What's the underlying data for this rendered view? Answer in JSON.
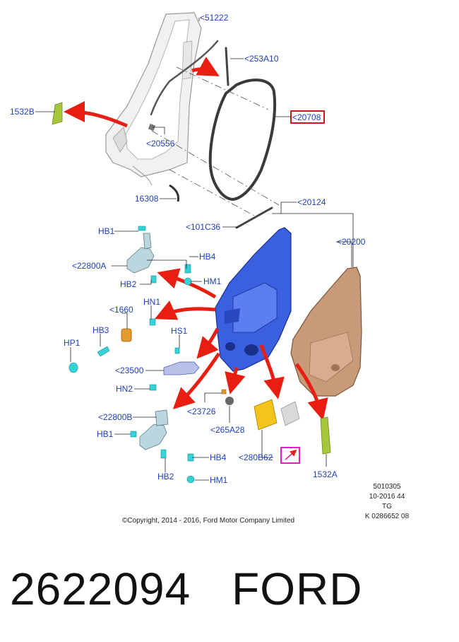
{
  "labels": {
    "p51222": "<51222",
    "p253A10": "<253A10",
    "p1532B": "1532B",
    "p20708": "<20708",
    "p20556": "<20556",
    "p16308": "16308",
    "p20124": "<20124",
    "p101C36": "<101C36",
    "p20200": "<20200",
    "pHB1_top": "HB1",
    "pHB4_top": "HB4",
    "p22800A": "<22800A",
    "pHB2_top": "HB2",
    "pHM1_top": "HM1",
    "pHN1": "HN1",
    "p1660": "<1660",
    "pHB3": "HB3",
    "pHS1": "HS1",
    "pHP1": "HP1",
    "p23500": "<23500",
    "pHN2": "HN2",
    "p23726": "<23726",
    "p265A28": "<265A28",
    "p22800B": "<22800B",
    "pHB1_bot": "HB1",
    "p280B62": "<280B62",
    "p1532A": "1532A",
    "pHB4_bot": "HB4",
    "pHB2_bot": "HB2",
    "pHM1_bot": "HM1"
  },
  "meta": {
    "line1": "5010305",
    "line2": "10-2016 44",
    "line3": "TG",
    "line4": "K 0286652 08"
  },
  "copyright": "©Copyright, 2014 - 2016, Ford Motor Company Limited",
  "footer": {
    "part_number": "2622094",
    "brand": "FORD"
  },
  "colors": {
    "label_blue": "#1f3fbf",
    "arrow_red": "#e81e12",
    "door_blue": "#3a5fe0",
    "door_tan": "#c99a7a",
    "cyan_part": "#35d3d8",
    "orange_part": "#e39a2e",
    "yellow_part": "#f2c41c",
    "green_part": "#a7c73a",
    "highlight_red": "#d0141e",
    "highlight_magenta": "#e020c8"
  }
}
